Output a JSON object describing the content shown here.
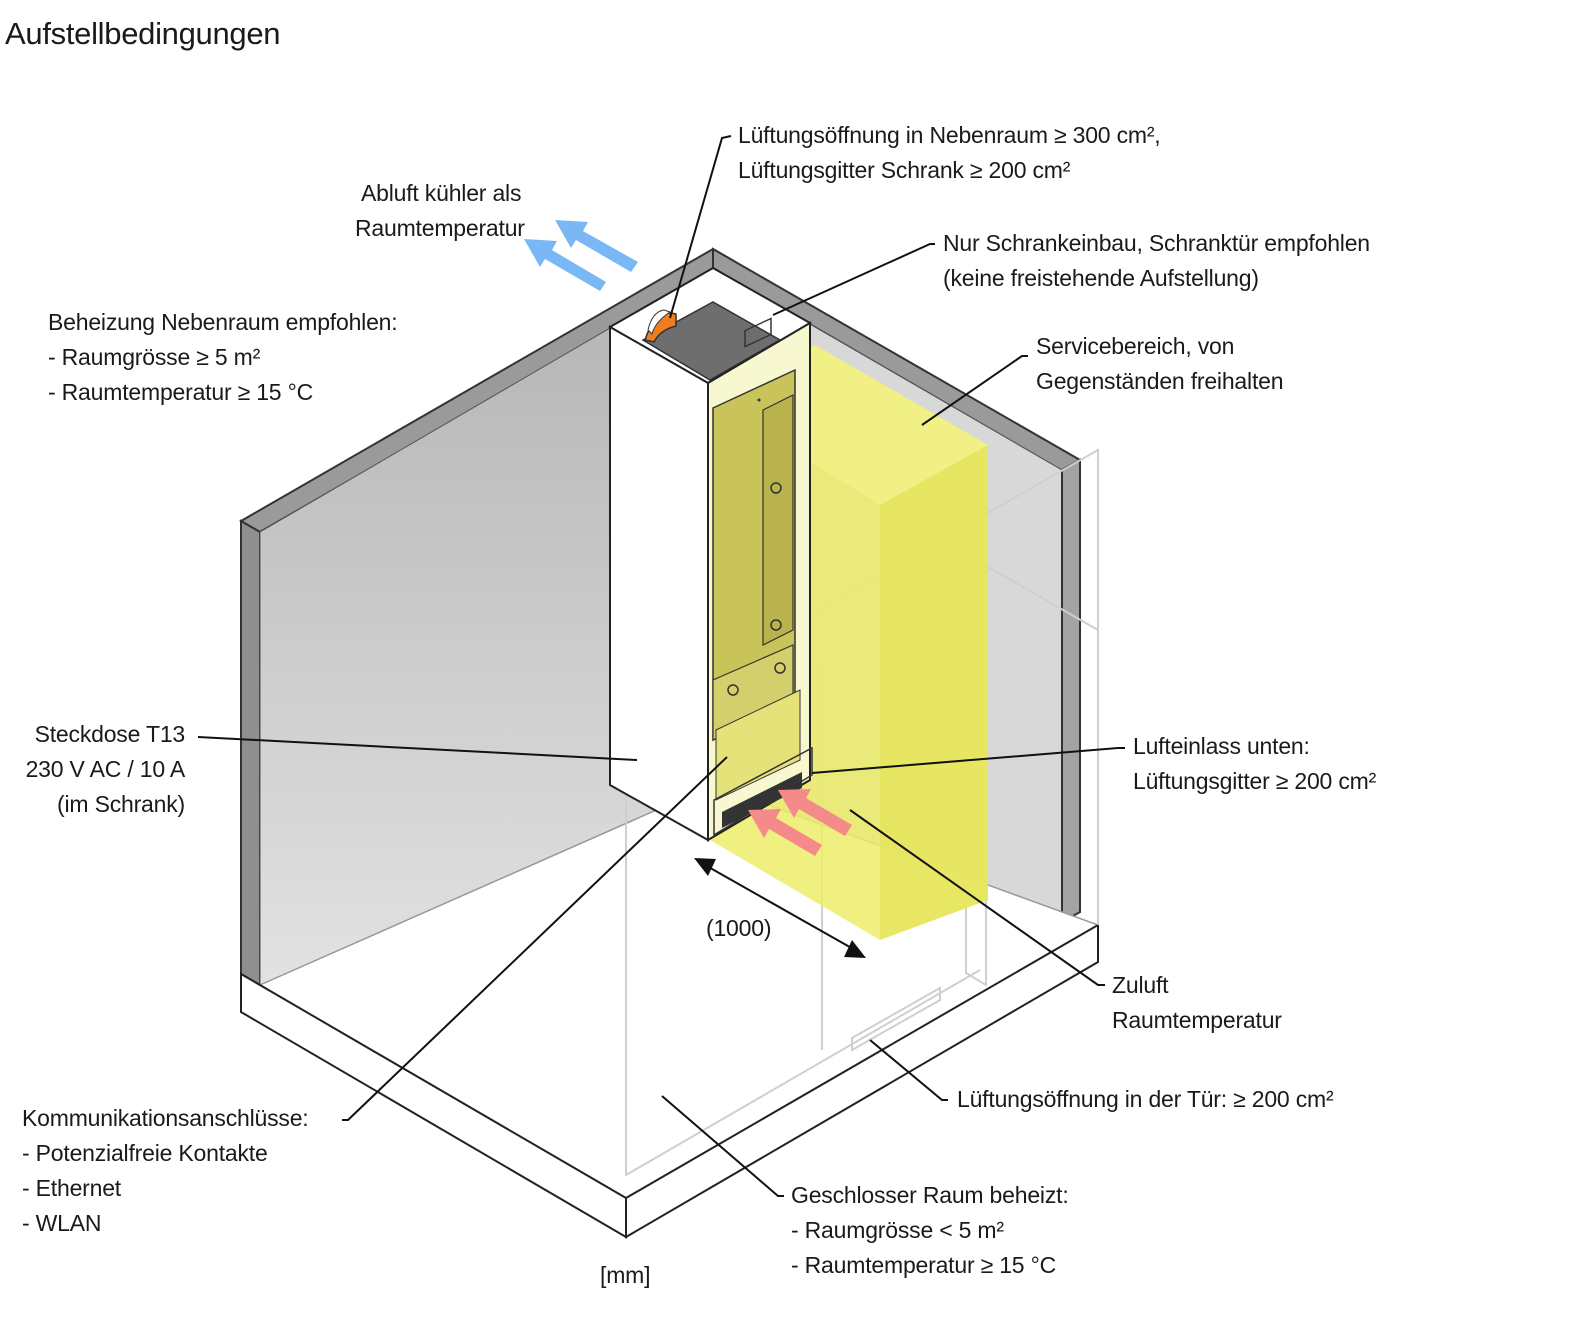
{
  "title": "Aufstellbedingungen",
  "labels": {
    "abluft": [
      "Abluft kühler als",
      "Raumtemperatur"
    ],
    "lueftung_top": [
      "Lüftungsöffnung in Nebenraum ≥ 300 cm²,",
      "Lüftungsgitter Schrank ≥ 200 cm²"
    ],
    "schrankeinbau": [
      "Nur Schrankeinbau, Schranktür empfohlen",
      "(keine freistehende Aufstellung)"
    ],
    "servicebereich": [
      "Servicebereich, von",
      "Gegenständen freihalten"
    ],
    "beheizung": [
      "Beheizung Nebenraum empfohlen:",
      "- Raumgrösse ≥ 5 m²",
      "- Raumtemperatur ≥ 15 °C"
    ],
    "steckdose": [
      "Steckdose T13",
      "230 V AC / 10 A",
      "(im Schrank)"
    ],
    "lufteinlass": [
      "Lufteinlass unten:",
      "Lüftungsgitter ≥ 200 cm²"
    ],
    "zuluft": [
      "Zuluft",
      "Raumtemperatur"
    ],
    "tuer": [
      "Lüftungsöffnung in der Tür: ≥ 200 cm²"
    ],
    "kommunikation": [
      "Kommunikationsanschlüsse:",
      "- Potenzialfreie Kontakte",
      "- Ethernet",
      "- WLAN"
    ],
    "geschlossen": [
      "Geschlosser Raum beheizt:",
      "- Raumgrösse < 5 m²",
      "- Raumtemperatur ≥ 15 °C"
    ],
    "dimension": "(1000)",
    "unit": "[mm]"
  },
  "colors": {
    "service_area": "#f2f27a",
    "wall_grey": "#bfbfbf",
    "wall_dark": "#a9a9a9",
    "exhaust_arrow": "#7ab8f5",
    "intake_arrow": "#f58a8a",
    "accent_orange": "#f07d1e",
    "device": "#c8c45a"
  }
}
